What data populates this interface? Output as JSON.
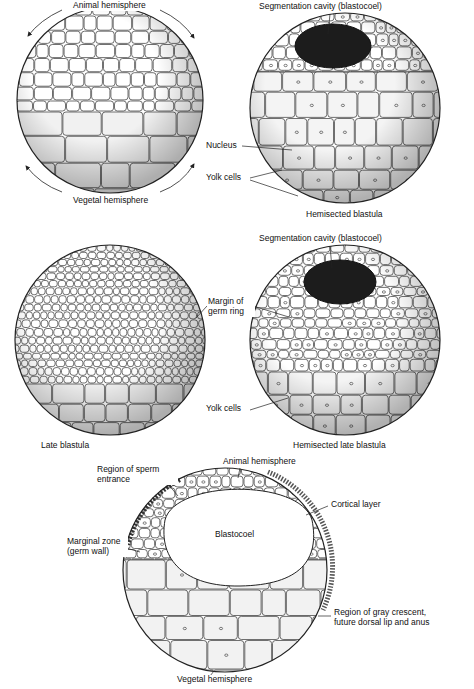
{
  "diagram": {
    "labels": [
      "Animal hemisphere",
      "Vegetal hemisphere",
      "Segmentation cavity (blastocoel)",
      "Nucleus",
      "Yolk cells",
      "Hemisected blastula",
      "Late blastula",
      "Segmentation cavity (blastocoel)",
      "Margin of germ ring",
      "Yolk cells",
      "Hemisected late blastula",
      "Region of sperm entrance",
      "Animal hemisphere",
      "Cortical layer",
      "Marginal zone (germ wall)",
      "Blastocoel",
      "Region of gray crescent, future dorsal lip and anus",
      "Vegetal hemisphere"
    ]
  }
}
